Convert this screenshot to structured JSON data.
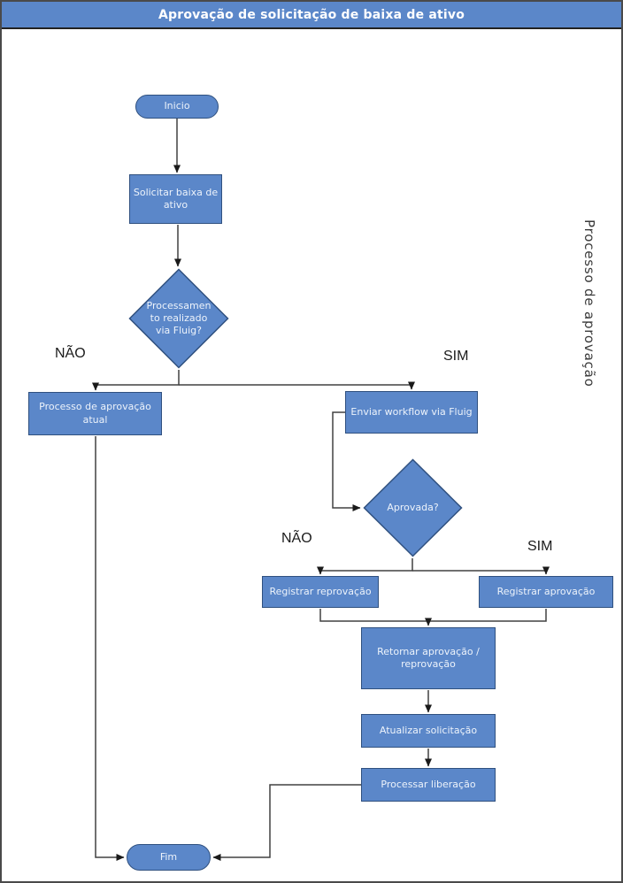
{
  "title": "Aprovação de solicitação de baixa de ativo",
  "lane_label": "Processo de aprovação",
  "colors": {
    "page_bg": "#ffffff",
    "frame_border": "#4a4a4a",
    "title_bg": "#5b87c9",
    "title_text": "#ffffff",
    "shape_fill": "#5b87c9",
    "shape_border": "#2f507f",
    "shape_text": "#edf3fb",
    "connector": "#404040",
    "arrowhead": "#1a1a1a",
    "label_text": "#1b1b1b"
  },
  "nodes": {
    "start": {
      "label": "Inicio",
      "type": "terminator"
    },
    "solicitar": {
      "label": "Solicitar baixa de ativo",
      "type": "process"
    },
    "decisao_fluig": {
      "label": "Processamento realizado via Fluig?",
      "lines": [
        "Processamen",
        "to realizado",
        "via Fluig?"
      ],
      "type": "decision"
    },
    "processo_atual": {
      "label": "Processo de aprovação atual",
      "type": "process"
    },
    "enviar_workflow": {
      "label": "Enviar workflow via Fluig",
      "type": "process"
    },
    "aprovada": {
      "label": "Aprovada?",
      "type": "decision"
    },
    "registrar_reprovacao": {
      "label": "Registrar reprovação",
      "type": "process"
    },
    "registrar_aprovacao": {
      "label": "Registrar aprovação",
      "type": "process"
    },
    "retornar": {
      "label": "Retornar aprovação / reprovação",
      "type": "process"
    },
    "atualizar": {
      "label": "Atualizar solicitação",
      "type": "process"
    },
    "processar": {
      "label": "Processar liberação",
      "type": "process"
    },
    "end": {
      "label": "Fim",
      "type": "terminator"
    }
  },
  "edge_labels": {
    "decisao_fluig_no": "NÃO",
    "decisao_fluig_yes": "SIM",
    "aprovada_no": "NÃO",
    "aprovada_yes": "SIM"
  },
  "edges": [
    {
      "from": "start",
      "to": "solicitar"
    },
    {
      "from": "solicitar",
      "to": "decisao_fluig"
    },
    {
      "from": "decisao_fluig",
      "to": "processo_atual",
      "label": "NÃO"
    },
    {
      "from": "decisao_fluig",
      "to": "enviar_workflow",
      "label": "SIM"
    },
    {
      "from": "enviar_workflow",
      "to": "aprovada"
    },
    {
      "from": "aprovada",
      "to": "registrar_reprovacao",
      "label": "NÃO"
    },
    {
      "from": "aprovada",
      "to": "registrar_aprovacao",
      "label": "SIM"
    },
    {
      "from": "registrar_reprovacao",
      "to": "retornar"
    },
    {
      "from": "registrar_aprovacao",
      "to": "retornar"
    },
    {
      "from": "retornar",
      "to": "atualizar"
    },
    {
      "from": "atualizar",
      "to": "processar"
    },
    {
      "from": "processar",
      "to": "end"
    },
    {
      "from": "processo_atual",
      "to": "end"
    }
  ]
}
